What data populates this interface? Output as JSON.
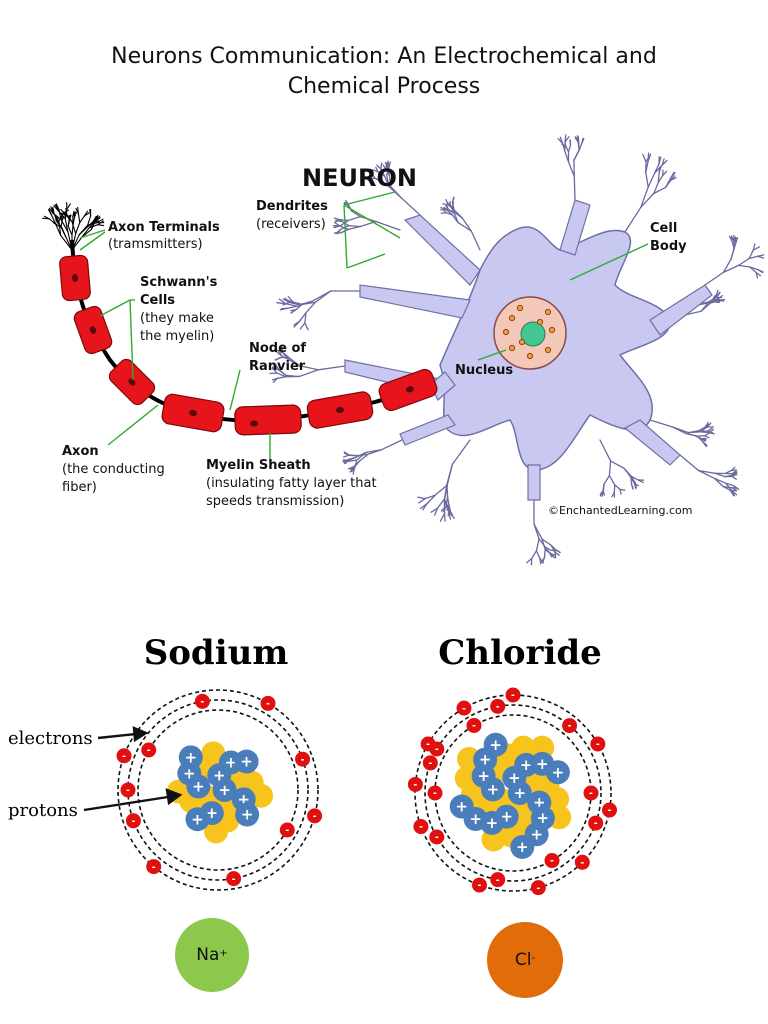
{
  "page": {
    "title": "Neurons Communication: An Electrochemical and\nChemical Process"
  },
  "neuron": {
    "heading": "NEURON",
    "labels": {
      "axon_terminals": "Axon Terminals",
      "axon_terminals_note": "(tramsmitters)",
      "dendrites": "Dendrites",
      "dendrites_note": "(receivers)",
      "cell_body_line1": "Cell",
      "cell_body_line2": "Body",
      "schwann_line1": "Schwann's",
      "schwann_line2": "Cells",
      "schwann_note1": "(they make",
      "schwann_note2": "the myelin)",
      "node_line1": "Node of",
      "node_line2": "Ranvier",
      "nucleus": "Nucleus",
      "axon": "Axon",
      "axon_note1": "(the conducting",
      "axon_note2": "fiber)",
      "myelin": "Myelin Sheath",
      "myelin_note1": "(insulating fatty layer that",
      "myelin_note2": "speeds transmission)",
      "credit": "©EnchantedLearning.com"
    },
    "colors": {
      "myelin": "#e8141c",
      "cell_body": "#c8c8f0",
      "cell_outline": "#7070a8",
      "nucleus": "#f4c8b8",
      "nucleolus": "#40c890",
      "label_line": "#2faa2f"
    }
  },
  "atoms": {
    "sodium": {
      "title": "Sodium",
      "label_electrons": "electrons",
      "label_protons": "protons",
      "ion_prefix": "Na",
      "ion_charge": "+",
      "badge_color": "#8cc84b"
    },
    "chloride": {
      "title": "Chloride",
      "ion_prefix": "Cl",
      "ion_charge": "-",
      "badge_color": "#e36c0a"
    },
    "symbols": {
      "electron": "-",
      "proton": "+"
    },
    "colors": {
      "electron": "#e01010",
      "proton": "#4a7ebb",
      "neutron": "#f6c41c"
    }
  }
}
